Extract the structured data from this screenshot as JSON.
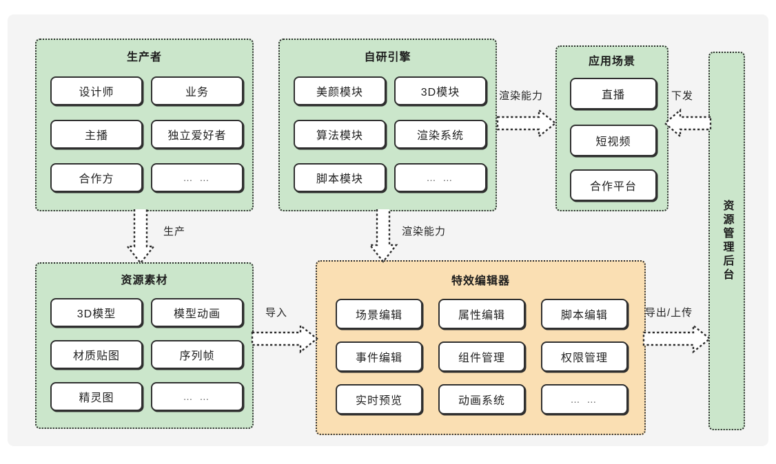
{
  "canvas": {
    "background": "#f4f4f4",
    "green": "#cbe6cb",
    "orange": "#fadfb3",
    "border": "#2b2b2b"
  },
  "groups": {
    "producer": {
      "title": "生产者",
      "color": "green",
      "nodes": [
        "设计师",
        "业务",
        "主播",
        "独立爱好者",
        "合作方",
        "… …"
      ]
    },
    "engine": {
      "title": "自研引擎",
      "color": "green",
      "nodes": [
        "美颜模块",
        "3D模块",
        "算法模块",
        "渲染系统",
        "脚本模块",
        "… …"
      ]
    },
    "scenarios": {
      "title": "应用场景",
      "color": "green",
      "nodes": [
        "直播",
        "短视频",
        "合作平台"
      ]
    },
    "resources": {
      "title": "资源素材",
      "color": "green",
      "nodes": [
        "3D模型",
        "模型动画",
        "材质贴图",
        "序列帧",
        "精灵图",
        "… …"
      ]
    },
    "editor": {
      "title": "特效编辑器",
      "color": "orange",
      "nodes": [
        "场景编辑",
        "属性编辑",
        "脚本编辑",
        "事件编辑",
        "组件管理",
        "权限管理",
        "实时预览",
        "动画系统",
        "… …"
      ]
    },
    "backend": {
      "title": "资源管理后台",
      "color": "green",
      "nodes": []
    }
  },
  "edges": {
    "engine_to_scenarios": {
      "label": "渲染能力",
      "direction": "right"
    },
    "scenarios_from_backend": {
      "label": "下发",
      "direction": "left"
    },
    "producer_to_resources": {
      "label": "生产",
      "direction": "down"
    },
    "engine_to_editor": {
      "label": "渲染能力",
      "direction": "down"
    },
    "resources_to_editor": {
      "label": "导入",
      "direction": "right"
    },
    "editor_to_backend": {
      "label": "导出/上传",
      "direction": "right"
    }
  }
}
